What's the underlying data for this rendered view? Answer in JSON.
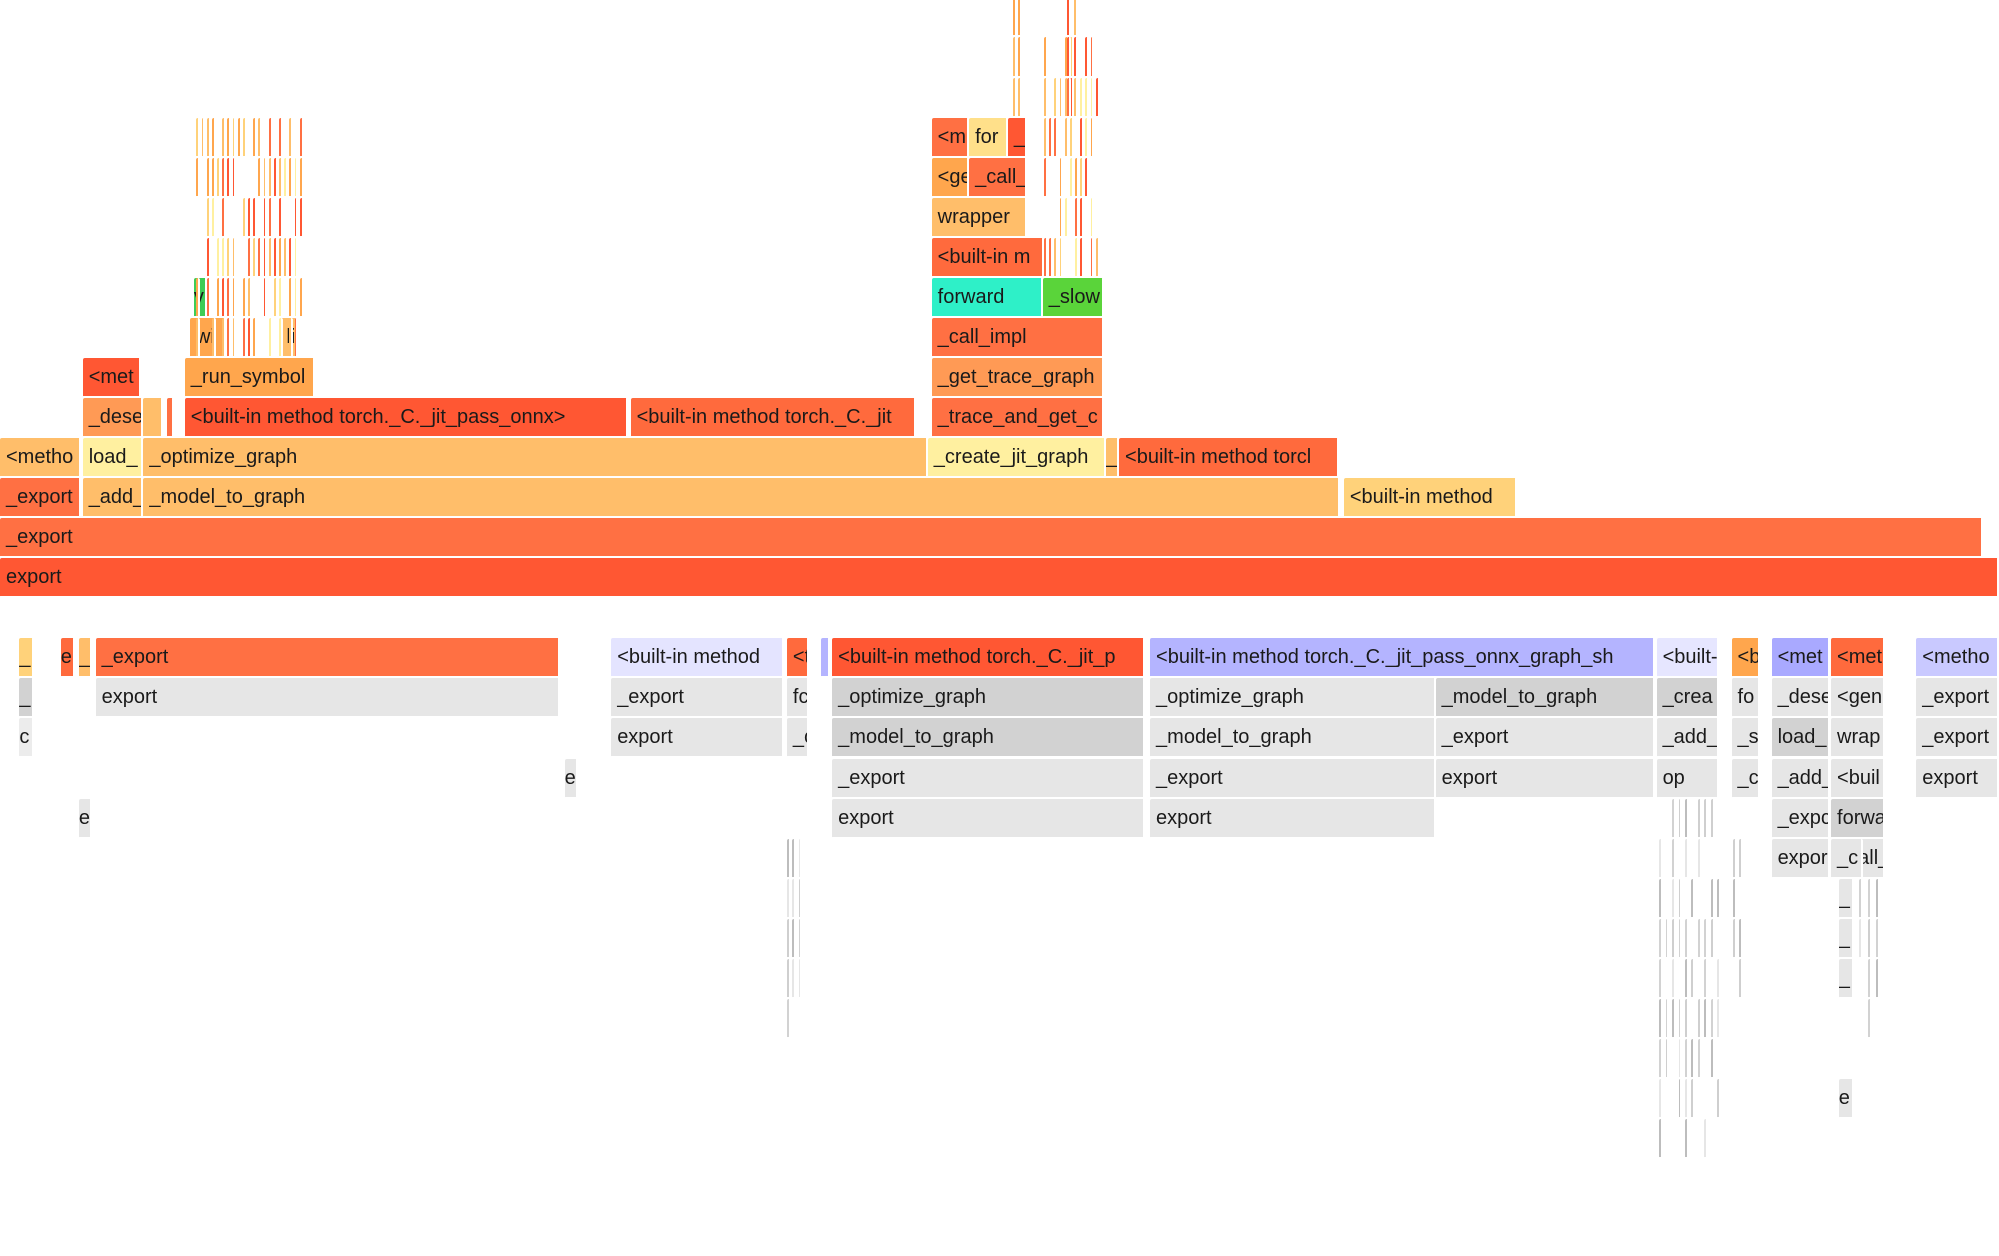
{
  "top_flame": {
    "frames": [
      {
        "label": "export",
        "color": "#ff5733"
      },
      {
        "label": "_export",
        "color": "#ff7043"
      },
      {
        "label": "_export",
        "color": "#ff7043"
      },
      {
        "label": "_add_",
        "color": "#ffbe6a"
      },
      {
        "label": "_model_to_graph",
        "color": "#ffbe6a"
      },
      {
        "label": "<built-in method",
        "color": "#ffd27a"
      },
      {
        "label": "<metho",
        "color": "#ffbe6a"
      },
      {
        "label": "load_",
        "color": "#fff0a0"
      },
      {
        "label": "_optimize_graph",
        "color": "#ffbe6a"
      },
      {
        "label": "_create_jit_graph",
        "color": "#fff0a0"
      },
      {
        "label": "_",
        "color": "#ffbe6a"
      },
      {
        "label": "<built-in method torcl",
        "color": "#ff6a3d"
      },
      {
        "label": "_dese",
        "color": "#ff9a55"
      },
      {
        "label": "",
        "color": "#ffbe6a"
      },
      {
        "label": "",
        "color": "#ff7043"
      },
      {
        "label": "<built-in method torch._C._jit_pass_onnx>",
        "color": "#ff5733"
      },
      {
        "label": "<built-in method torch._C._jit",
        "color": "#ff6a3d"
      },
      {
        "label": "_trace_and_get_c",
        "color": "#ff7043"
      },
      {
        "label": "<met",
        "color": "#ff5733"
      },
      {
        "label": "_run_symbol",
        "color": "#ffa64d"
      },
      {
        "label": "_get_trace_graph",
        "color": "#ff9a55"
      },
      {
        "label": "wi",
        "color": "#ffa64d"
      },
      {
        "label": "li",
        "color": "#ffbe6a"
      },
      {
        "label": "_call_impl",
        "color": "#ff7043"
      },
      {
        "label": "v",
        "color": "#3dcc55"
      },
      {
        "label": "forward",
        "color": "#2ef0c8"
      },
      {
        "label": "_slow",
        "color": "#5ad43a"
      },
      {
        "label": "<built-in m",
        "color": "#ff6a3d"
      },
      {
        "label": "wrapper",
        "color": "#ffbe6a"
      },
      {
        "label": "<ge",
        "color": "#ffa64d"
      },
      {
        "label": "_call_",
        "color": "#ff7043"
      },
      {
        "label": "<m",
        "color": "#ff7043"
      },
      {
        "label": "for",
        "color": "#ffe08a"
      },
      {
        "label": "_",
        "color": "#ff5733"
      }
    ]
  },
  "bottom_flame": {
    "frames": [
      {
        "label": "_",
        "color": "#ffd27a"
      },
      {
        "label": "e",
        "color": "#ff6a3d"
      },
      {
        "label": "_",
        "color": "#ffbe6a"
      },
      {
        "label": "_export",
        "color": "#ff7043"
      },
      {
        "label": "<built-in method",
        "color": "#e4e4ff"
      },
      {
        "label": "<t",
        "color": "#ff6a3d"
      },
      {
        "label": "",
        "color": "#b4b4ff"
      },
      {
        "label": "<built-in method torch._C._jit_p",
        "color": "#ff5733"
      },
      {
        "label": "<built-in method torch._C._jit_pass_onnx_graph_sh",
        "color": "#b4b4ff"
      },
      {
        "label": "<built-",
        "color": "#e6e6ff"
      },
      {
        "label": "<b",
        "color": "#ffa64d"
      },
      {
        "label": "<met",
        "color": "#a9a9ff"
      },
      {
        "label": "<met",
        "color": "#ff6a3d"
      },
      {
        "label": "<metho",
        "color": "#c9c9ff"
      },
      {
        "label": "_",
        "color": "#d2d2d2"
      },
      {
        "label": "export",
        "color": "#e6e6e6"
      },
      {
        "label": "_export",
        "color": "#e6e6e6"
      },
      {
        "label": "fc",
        "color": "#e6e6e6"
      },
      {
        "label": "_optimize_graph",
        "color": "#d2d2d2"
      },
      {
        "label": "_optimize_graph",
        "color": "#e6e6e6"
      },
      {
        "label": "_model_to_graph",
        "color": "#d2d2d2"
      },
      {
        "label": "_crea",
        "color": "#d2d2d2"
      },
      {
        "label": "fo",
        "color": "#e6e6e6"
      },
      {
        "label": "_dese",
        "color": "#e6e6e6"
      },
      {
        "label": "<gen",
        "color": "#e6e6e6"
      },
      {
        "label": "_export",
        "color": "#e6e6e6"
      },
      {
        "label": "c",
        "color": "#ececec"
      },
      {
        "label": "export",
        "color": "#e6e6e6"
      },
      {
        "label": "_c",
        "color": "#e6e6e6"
      },
      {
        "label": "_model_to_graph",
        "color": "#d2d2d2"
      },
      {
        "label": "_model_to_graph",
        "color": "#e6e6e6"
      },
      {
        "label": "_export",
        "color": "#e6e6e6"
      },
      {
        "label": "_add_",
        "color": "#e6e6e6"
      },
      {
        "label": "_s",
        "color": "#e6e6e6"
      },
      {
        "label": "load_",
        "color": "#d2d2d2"
      },
      {
        "label": "wrap",
        "color": "#e6e6e6"
      },
      {
        "label": "_export",
        "color": "#e6e6e6"
      },
      {
        "label": "e",
        "color": "#e6e6e6"
      },
      {
        "label": "_export",
        "color": "#e6e6e6"
      },
      {
        "label": "_export",
        "color": "#e6e6e6"
      },
      {
        "label": "export",
        "color": "#e6e6e6"
      },
      {
        "label": "op",
        "color": "#e6e6e6"
      },
      {
        "label": "_c",
        "color": "#e6e6e6"
      },
      {
        "label": "_add_",
        "color": "#e6e6e6"
      },
      {
        "label": "<buil",
        "color": "#e6e6e6"
      },
      {
        "label": "export",
        "color": "#e6e6e6"
      },
      {
        "label": "e",
        "color": "#e6e6e6"
      },
      {
        "label": "export",
        "color": "#e6e6e6"
      },
      {
        "label": "export",
        "color": "#e6e6e6"
      },
      {
        "label": "_expc",
        "color": "#e6e6e6"
      },
      {
        "label": "forwa",
        "color": "#d2d2d2"
      },
      {
        "label": "expor",
        "color": "#e6e6e6"
      },
      {
        "label": "_call_",
        "color": "#e6e6e6"
      },
      {
        "label": "_",
        "color": "#e6e6e6"
      },
      {
        "label": "_",
        "color": "#e6e6e6"
      },
      {
        "label": "_",
        "color": "#e6e6e6"
      },
      {
        "label": "e",
        "color": "#e6e6e6"
      }
    ]
  }
}
